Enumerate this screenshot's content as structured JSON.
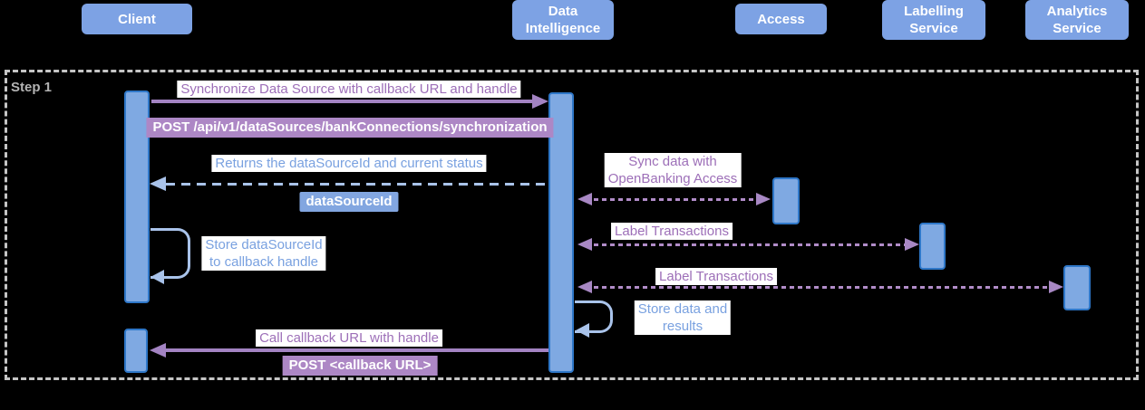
{
  "colors": {
    "background": "#000000",
    "actor_fill": "#7da2e4",
    "activation_fill": "#7fa9e2",
    "activation_border": "#2e77c8",
    "purple_arrow": "#a383c2",
    "purple_text": "#9d6fb8",
    "purple_badge_bg": "#ad87c5",
    "blue_arrow": "#a9c3ea",
    "blue_text": "#79a1e0",
    "blue_badge_bg": "#82a6e0",
    "frame_border": "#c5c5c5",
    "step_label_color": "#b3b3b3"
  },
  "actors": [
    {
      "label": "Client"
    },
    {
      "label": "Data\nIntelligence"
    },
    {
      "label": "Access"
    },
    {
      "label": "Labelling\nService"
    },
    {
      "label": "Analytics\nService"
    }
  ],
  "frame": {
    "label": "Step 1"
  },
  "messages": [
    {
      "text": "Synchronize Data Source with callback URL and handle",
      "kind": "solid-arrow",
      "from": "Client",
      "to": "Data Intelligence"
    },
    {
      "text": "POST /api/v1/dataSources/bankConnections/synchronization",
      "kind": "badge"
    },
    {
      "text": "Returns the dataSourceId and current status",
      "kind": "dashed-arrow",
      "from": "Data Intelligence",
      "to": "Client"
    },
    {
      "text": "dataSourceId",
      "kind": "badge"
    },
    {
      "text": "Sync data with\nOpenBanking Access",
      "kind": "dashed-bidirectional",
      "from": "Data Intelligence",
      "to": "Access"
    },
    {
      "text": "Store dataSourceId\nto callback handle",
      "kind": "self-loop",
      "actor": "Client"
    },
    {
      "text": "Label Transactions",
      "kind": "dashed-bidirectional",
      "from": "Data Intelligence",
      "to": "Labelling Service"
    },
    {
      "text": "Label Transactions",
      "kind": "dashed-bidirectional",
      "from": "Data Intelligence",
      "to": "Analytics Service"
    },
    {
      "text": "Store data and\nresults",
      "kind": "self-loop",
      "actor": "Data Intelligence"
    },
    {
      "text": "Call callback URL with handle",
      "kind": "solid-arrow",
      "from": "Data Intelligence",
      "to": "Client"
    },
    {
      "text": "POST <callback URL>",
      "kind": "badge"
    }
  ]
}
